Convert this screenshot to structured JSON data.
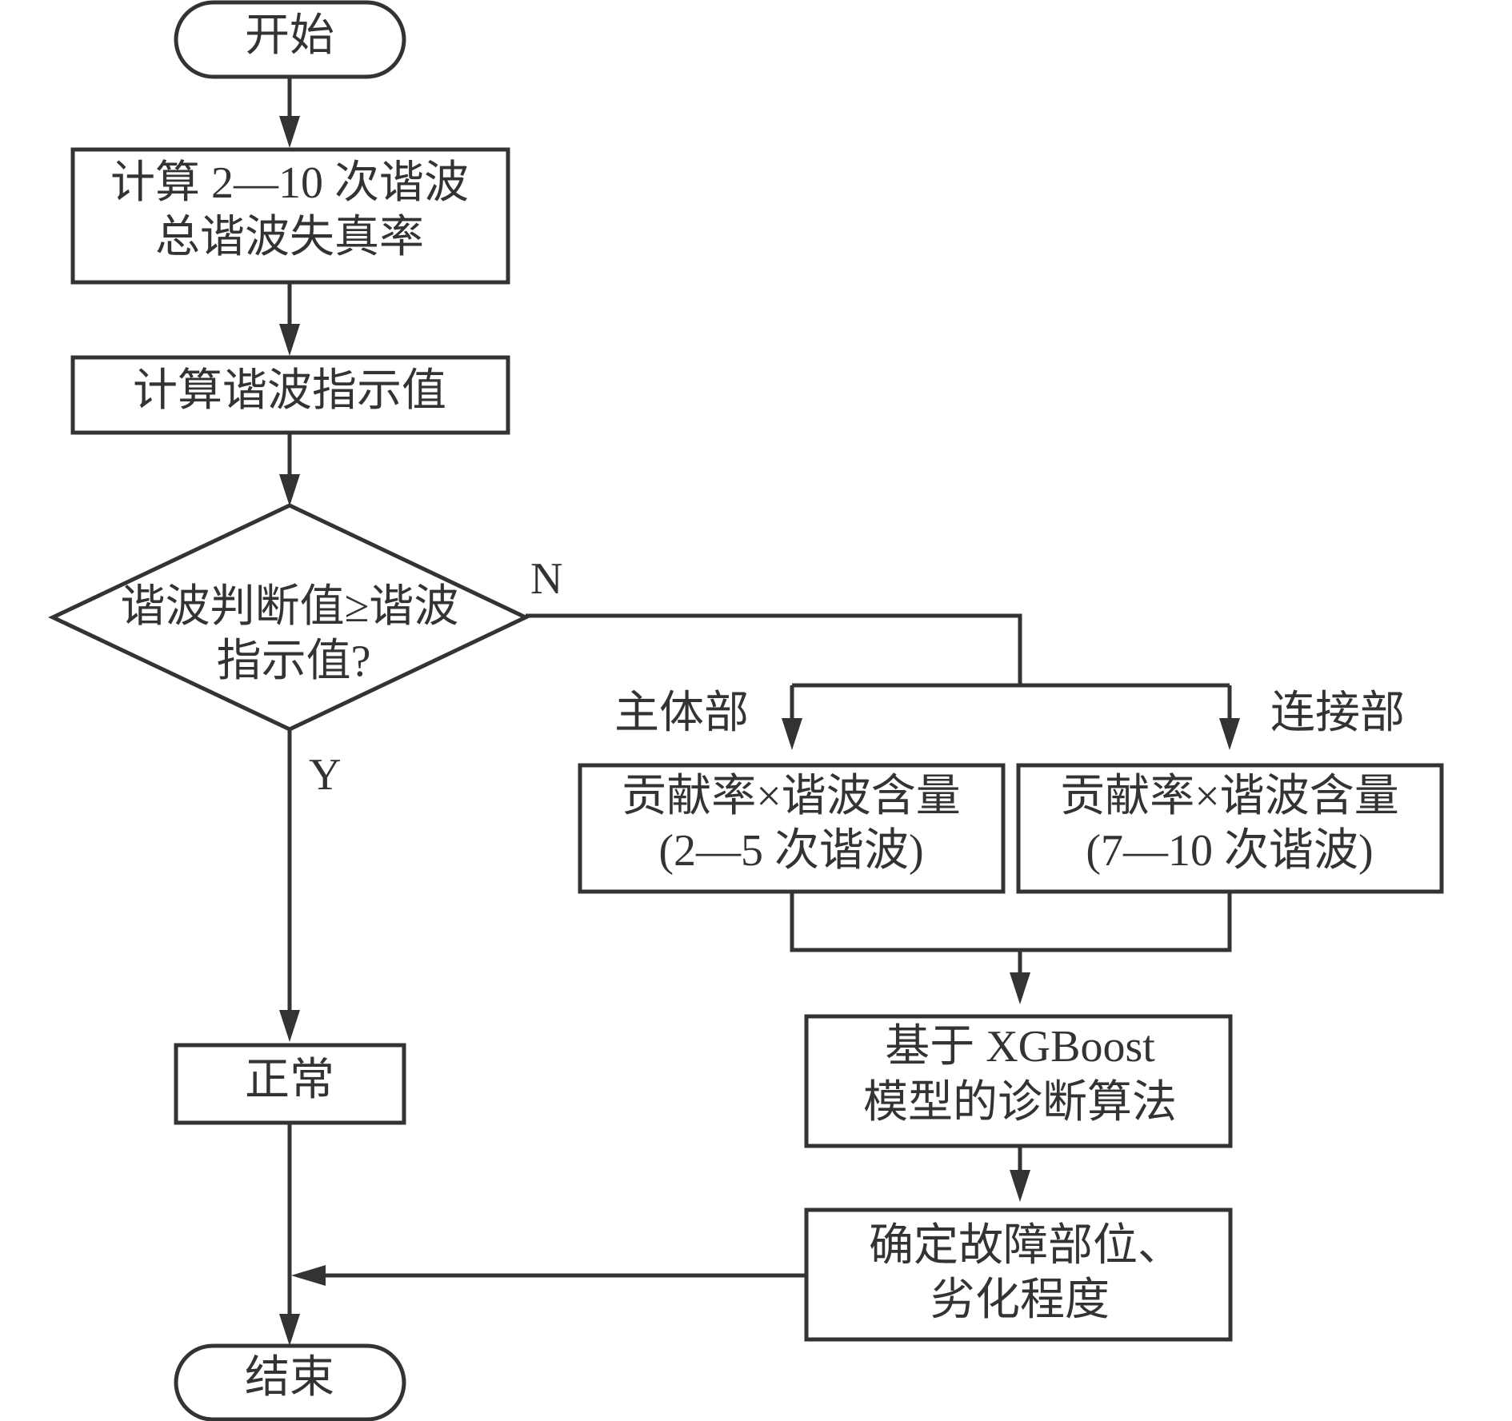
{
  "nodes": {
    "start": "开始",
    "calc_thd_line1": "计算 2—10 次谐波",
    "calc_thd_line2": "总谐波失真率",
    "calc_indicator": "计算谐波指示值",
    "decision_line1": "谐波判断值≥谐波",
    "decision_line2": "指示值?",
    "normal": "正常",
    "main_contrib_line1": "贡献率×谐波含量",
    "main_contrib_line2": "(2—5 次谐波)",
    "conn_contrib_line1": "贡献率×谐波含量",
    "conn_contrib_line2": "(7—10 次谐波)",
    "xgboost_line1": "基于 XGBoost",
    "xgboost_line2": "模型的诊断算法",
    "locate_line1": "确定故障部位、",
    "locate_line2": "劣化程度",
    "end": "结束"
  },
  "labels": {
    "no": "N",
    "yes": "Y",
    "main_body": "主体部",
    "connection": "连接部"
  }
}
